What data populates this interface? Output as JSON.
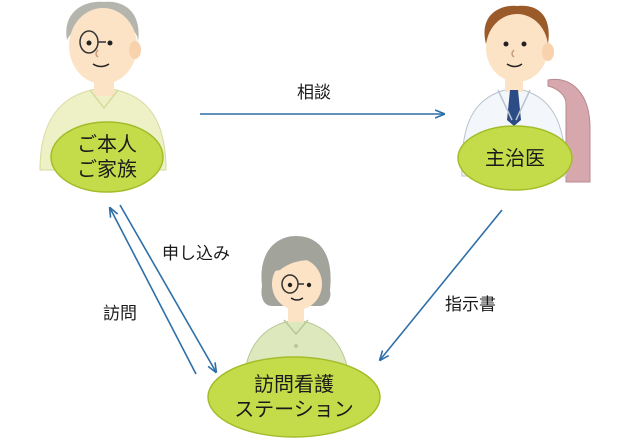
{
  "nodes": {
    "patient": {
      "label_line1": "ご本人",
      "label_line2": "ご家族"
    },
    "doctor": {
      "label": "主治医"
    },
    "station": {
      "label_line1": "訪問看護",
      "label_line2": "ステーション"
    }
  },
  "edges": {
    "consult": {
      "label": "相談"
    },
    "apply": {
      "label": "申し込み"
    },
    "visit": {
      "label": "訪問"
    },
    "instruction": {
      "label": "指示書"
    }
  },
  "colors": {
    "bubble_fill": "#c5dc4a",
    "bubble_stroke": "#a3bd2a",
    "arrow": "#2e6fa8",
    "patient_shirt": "#eef0c6",
    "doctor_coat": "#f3f7fb",
    "doctor_tie": "#2c4c86",
    "doctor_chair": "#d7a7ae",
    "station_shirt": "#dde8bd",
    "skin": "#fde3c6",
    "patient_hair": "#b4b6ad",
    "doctor_hair": "#9a5a2a",
    "nurse_hair": "#a2a49c"
  }
}
